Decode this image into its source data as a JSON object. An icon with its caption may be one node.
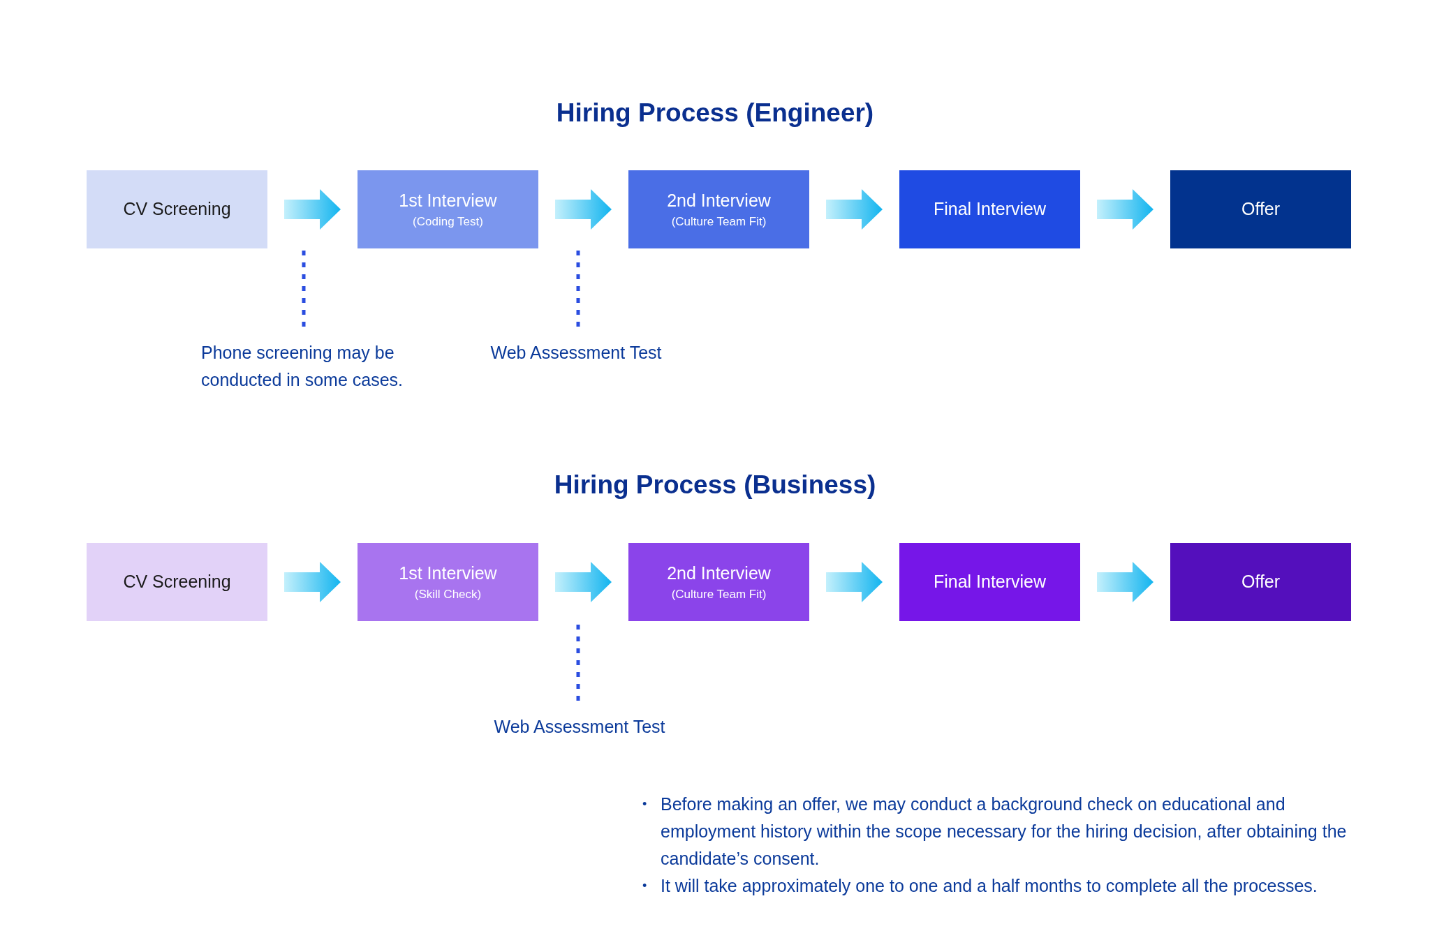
{
  "diagram": {
    "nodes": [
      {
        "text": [
          "CV Screening"
        ]
      },
      {
        "text": [
          "1st Interview",
          "(Coding Test)"
        ]
      },
      {
        "text": [
          "2nd Interview",
          "(Culture Team Fit)"
        ]
      },
      {
        "text": [
          "Final Interview"
        ]
      },
      {
        "text": [
          "Offer"
        ]
      },
      {
        "text": [
          "CV Screening"
        ]
      },
      {
        "text": [
          "1st Interview",
          "(Skill Check)"
        ]
      },
      {
        "text": [
          "2nd Interview",
          "(Culture Team Fit)"
        ]
      },
      {
        "text": [
          "Final Interview"
        ]
      },
      {
        "text": [
          "Offer"
        ]
      },
      {
        "text": [
          "Phone screening may be conducted in some cases."
        ]
      },
      {
        "text": [
          "Web Assessment Test"
        ]
      },
      {
        "text": [
          "Web Assessment Test"
        ]
      }
    ],
    "edges": [
      {
        "from": 0,
        "to": 1,
        "arrow": "to"
      },
      {
        "from": 1,
        "to": 2,
        "arrow": "to"
      },
      {
        "from": 2,
        "to": 3,
        "arrow": "to"
      },
      {
        "from": 3,
        "to": 4,
        "arrow": "to"
      },
      {
        "from": 5,
        "to": 6,
        "arrow": "to"
      },
      {
        "from": 6,
        "to": 7,
        "arrow": "to"
      },
      {
        "from": 7,
        "to": 8,
        "arrow": "to"
      },
      {
        "from": 8,
        "to": 9,
        "arrow": "to"
      },
      {
        "from": 10,
        "to": null,
        "arrow": "none",
        "style": "dashed"
      },
      {
        "from": 11,
        "to": null,
        "arrow": "none",
        "style": "dashed"
      },
      {
        "from": 12,
        "to": null,
        "arrow": "none",
        "style": "dashed"
      }
    ],
    "labels": [
      "Hiring Process (Engineer)",
      "Hiring Process (Business)",
      "•",
      "Before making an offer, we may conduct a background check on educational and employment history within the scope necessary for the hiring decision, after obtaining the candidate’s consent.",
      "•",
      "It will take approximately one to one and a half months to complete all the processes."
    ]
  }
}
